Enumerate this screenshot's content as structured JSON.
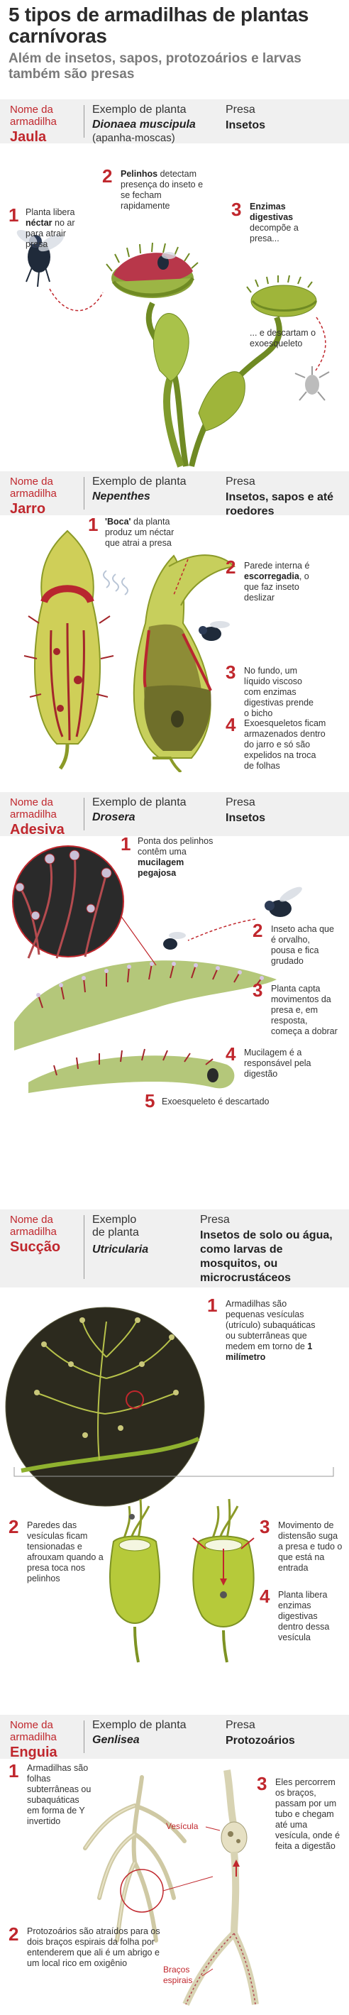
{
  "title": "5 tipos de armadilhas de plantas carnívoras",
  "subtitle": "Além de insetos, sapos, protozoários e larvas também são presas",
  "labels": {
    "trap_name": "Nome da armadilha",
    "plant_example": "Exemplo de planta",
    "plant_example_l1": "Exemplo",
    "plant_example_l2": "de planta",
    "prey": "Presa"
  },
  "traps": [
    {
      "type": "Jaula",
      "plant": "Dionaea muscipula",
      "plant_common": "(apanha-moscas)",
      "prey": "Insetos",
      "steps": [
        {
          "n": "1",
          "text_a": "Planta libera",
          "text_b": "néctar",
          "text_c": "no ar para atrair presa"
        },
        {
          "n": "2",
          "text_a": "Pelinhos",
          "text_b": "detectam presença do inseto e se fecham rapidamente"
        },
        {
          "n": "3",
          "text_a": "Enzimas digestivas",
          "text_b": "decompõe a presa..."
        },
        {
          "n": "",
          "text_a": "... e descartam o exoesqueleto"
        }
      ]
    },
    {
      "type": "Jarro",
      "plant": "Nepenthes",
      "prey": "Insetos, sapos e até roedores",
      "steps": [
        {
          "n": "1",
          "text_a": "'Boca'",
          "text_b": "da planta produz um néctar que atrai a presa"
        },
        {
          "n": "2",
          "text_a": "Parede interna é",
          "text_b": "escorregadia",
          "text_c": ", o que faz inseto deslizar"
        },
        {
          "n": "3",
          "text_a": "No fundo, um líquido viscoso com enzimas digestivas prende o bicho"
        },
        {
          "n": "4",
          "text_a": "Exoesqueletos ficam armazenados dentro do jarro e só são expelidos na troca de folhas"
        }
      ]
    },
    {
      "type": "Adesiva",
      "plant": "Drosera",
      "prey": "Insetos",
      "steps": [
        {
          "n": "1",
          "text_a": "Ponta dos pelinhos contêm uma",
          "text_b": "mucilagem pegajosa"
        },
        {
          "n": "2",
          "text_a": "Inseto acha que é orvalho, pousa e fica grudado"
        },
        {
          "n": "3",
          "text_a": "Planta capta movimentos da presa e, em resposta, começa a dobrar"
        },
        {
          "n": "4",
          "text_a": "Mucilagem é a responsável pela digestão"
        },
        {
          "n": "5",
          "text_a": "Exoesqueleto é descartado"
        }
      ]
    },
    {
      "type": "Sucção",
      "plant": "Utricularia",
      "prey": "Insetos de solo ou água, como larvas de mosquitos, ou microcrustáceos",
      "steps": [
        {
          "n": "1",
          "text_a": "Armadilhas são pequenas vesículas (utrículo) subaquáticas ou subterrâneas que medem em torno de",
          "text_b": "1 milímetro"
        },
        {
          "n": "2",
          "text_a": "Paredes das vesículas ficam tensionadas e afrouxam quando a presa toca nos pelinhos"
        },
        {
          "n": "3",
          "text_a": "Movimento de distensão suga a presa e tudo o que está na entrada"
        },
        {
          "n": "4",
          "text_a": "Planta libera enzimas digestivas dentro dessa vesícula"
        }
      ]
    },
    {
      "type": "Enguia",
      "plant": "Genlisea",
      "prey": "Protozoários",
      "steps": [
        {
          "n": "1",
          "text_a": "Armadilhas são folhas subterrâneas ou subaquáticas em forma de Y invertido"
        },
        {
          "n": "2",
          "text_a": "Protozoários são atraídos para os dois braços espirais da folha por entenderem que ali é um abrigo e um local rico em oxigênio"
        },
        {
          "n": "3",
          "text_a": "Eles percorrem os braços, passam por um tubo e chegam até uma vesícula, onde é feita a digestão"
        }
      ],
      "callouts": {
        "vesicle": "Vesícula",
        "arms": "Braços espirais"
      }
    }
  ],
  "colors": {
    "accent": "#c0272d",
    "band": "#f0f0f0",
    "plant_green": "#9fb53a",
    "plant_dark": "#5c6f1f",
    "vein_red": "#a3262b"
  }
}
